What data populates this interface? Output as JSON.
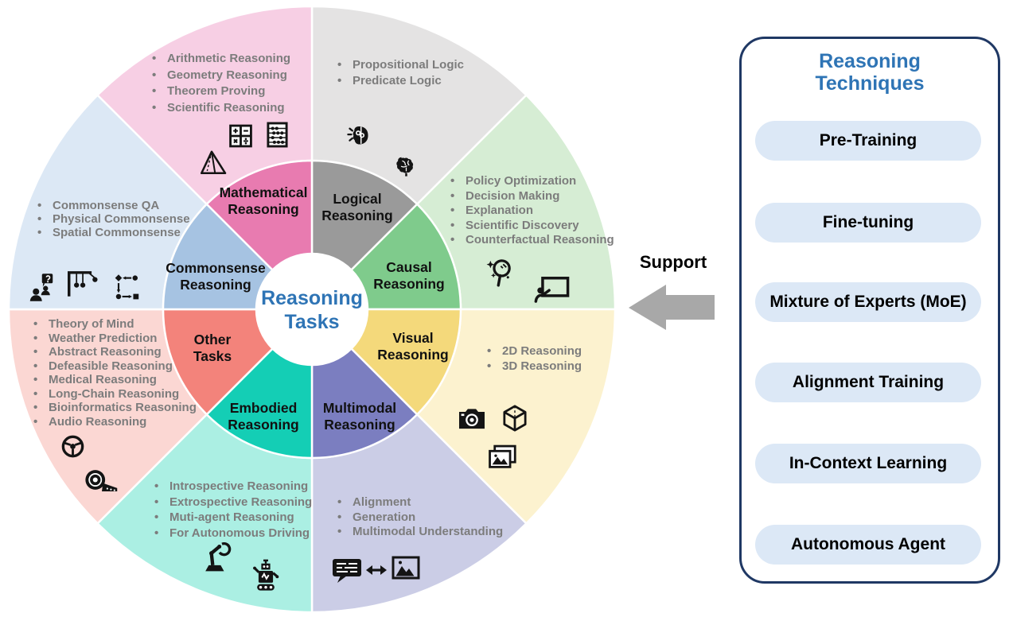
{
  "wheel": {
    "center_title": "Reasoning Tasks",
    "sectors": [
      {
        "name": "Logical Reasoning",
        "inner_color": "#9A9A9A",
        "outer_color": "#E4E3E3",
        "items": [
          "Propositional Logic",
          "Predicate Logic"
        ],
        "icons": [
          "brain-idea-icon",
          "brain-icon"
        ]
      },
      {
        "name": "Causal Reasoning",
        "inner_color": "#7FCB8C",
        "outer_color": "#D6EDD4",
        "items": [
          "Policy Optimization",
          "Decision Making",
          "Explanation",
          "Scientific Discovery",
          "Counterfactual Reasoning"
        ],
        "icons": [
          "magnifier-sparkle-icon",
          "presentation-icon"
        ]
      },
      {
        "name": "Visual Reasoning",
        "inner_color": "#F4D97B",
        "outer_color": "#FCF2CF",
        "items": [
          "2D Reasoning",
          "3D Reasoning"
        ],
        "icons": [
          "camera-icon",
          "cube-icon",
          "photos-icon"
        ]
      },
      {
        "name": "Multimodal Reasoning",
        "inner_color": "#7B7EC0",
        "outer_color": "#CBCDE6",
        "items": [
          "Alignment",
          "Generation",
          "Multimodal Understanding"
        ],
        "icons": [
          "text-image-exchange-icon"
        ]
      },
      {
        "name": "Embodied Reasoning",
        "inner_color": "#14CEB5",
        "outer_color": "#ABEFE3",
        "items": [
          "Introspective Reasoning",
          "Extrospective Reasoning",
          "Muti-agent Reasoning",
          "For Autonomous Driving"
        ],
        "icons": [
          "robot-arm-icon",
          "robot-icon"
        ]
      },
      {
        "name": "Other Tasks",
        "inner_color": "#F3837B",
        "outer_color": "#FBD7D3",
        "items": [
          "Theory of Mind",
          "Weather Prediction",
          "Abstract Reasoning",
          "Defeasible Reasoning",
          "Medical Reasoning",
          "Long-Chain Reasoning",
          "Bioinformatics Reasoning",
          "Audio Reasoning"
        ],
        "icons": [
          "steering-wheel-icon",
          "film-reel-icon"
        ]
      },
      {
        "name": "Commonsense Reasoning",
        "inner_color": "#A6C3E2",
        "outer_color": "#DCE8F5",
        "items": [
          "Commonsense QA",
          "Physical Commonsense",
          "Spatial Commonsense"
        ],
        "icons": [
          "people-question-icon",
          "newtons-cradle-icon",
          "flow-graph-icon"
        ]
      },
      {
        "name": "Mathematical Reasoning",
        "inner_color": "#E87BB0",
        "outer_color": "#F7CFE4",
        "items": [
          "Arithmetic Reasoning",
          "Geometry Reasoning",
          "Theorem Proving",
          "Scientific Reasoning"
        ],
        "icons": [
          "pyramid-icon",
          "calculator-icon",
          "abacus-icon"
        ]
      }
    ]
  },
  "support": {
    "label": "Support"
  },
  "techniques_panel": {
    "title": "Reasoning Techniques",
    "items": [
      "Pre-Training",
      "Fine-tuning",
      "Mixture of Experts (MoE)",
      "Alignment Training",
      "In-Context Learning",
      "Autonomous Agent"
    ]
  },
  "colors": {
    "accent_blue": "#2E74B5",
    "panel_border": "#1F3864",
    "pill_bg": "#DCE8F6",
    "arrow_gray": "#A8A8A8",
    "bullet_text": "#7C7C7C"
  }
}
